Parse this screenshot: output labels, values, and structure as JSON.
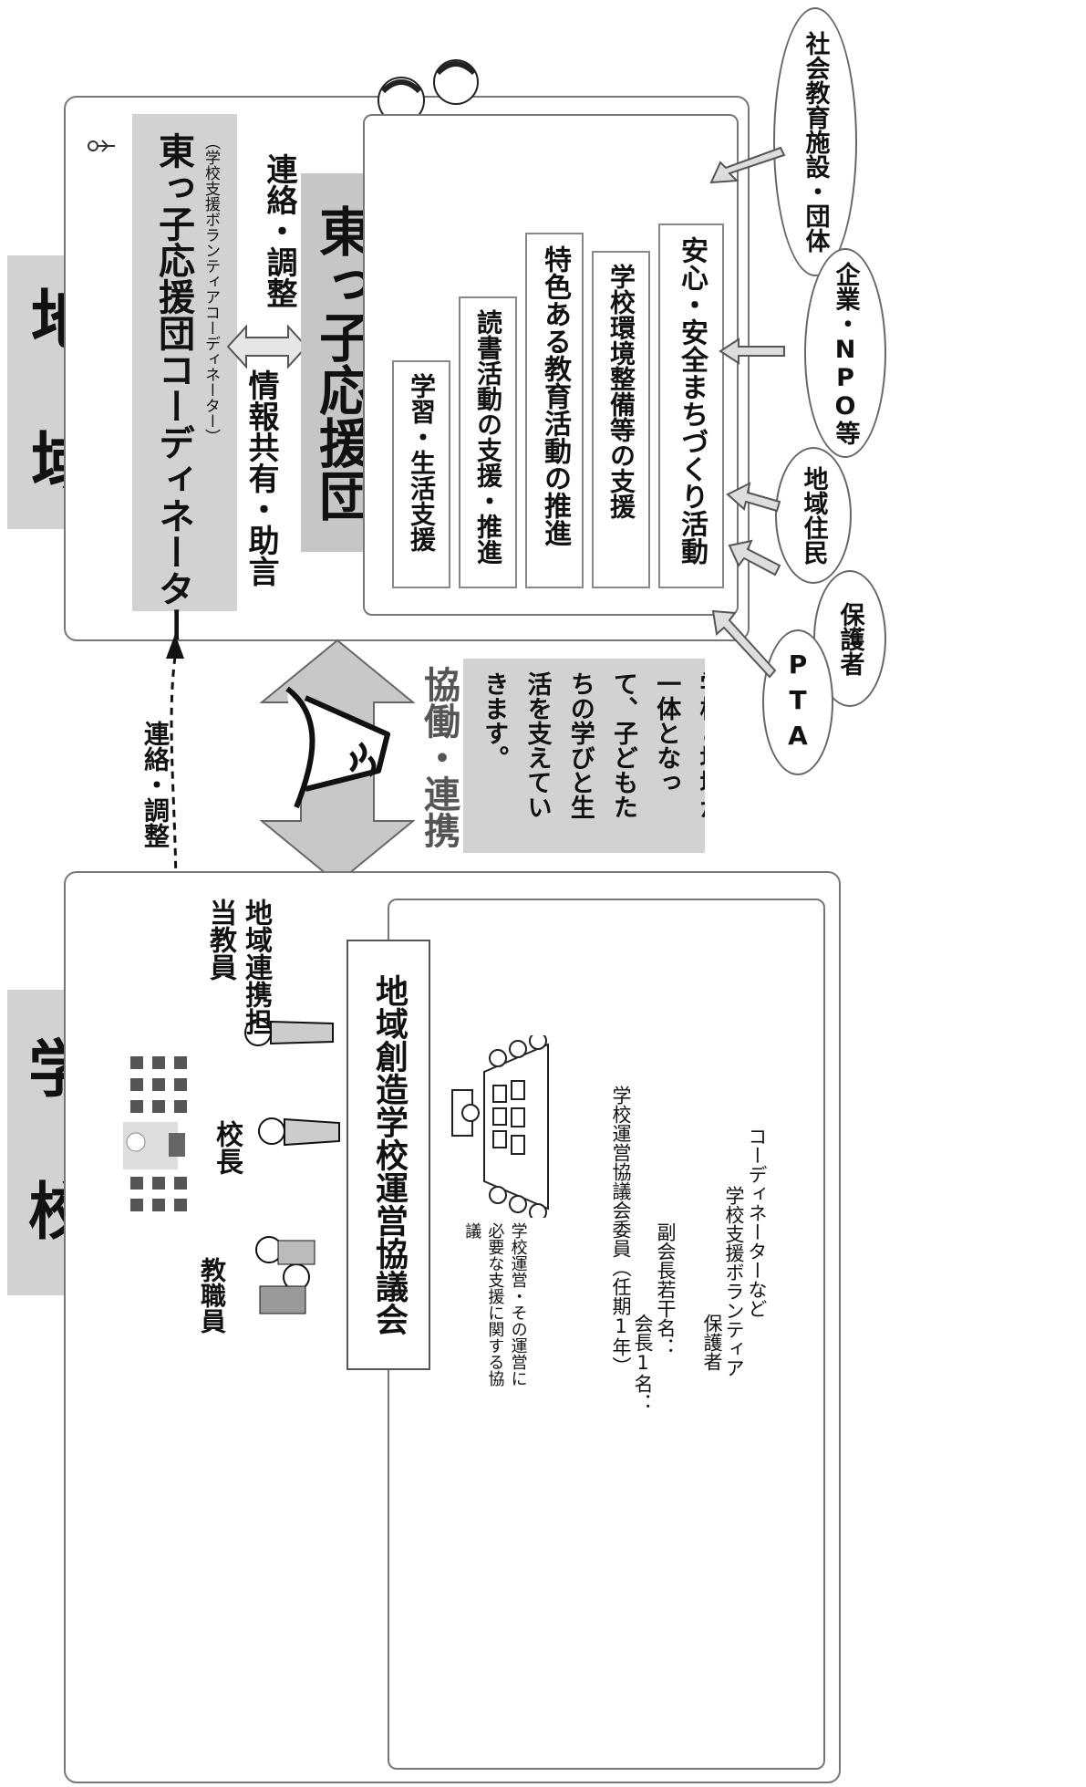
{
  "region": {
    "title": "地　域",
    "coordinator_title": "東っ子応援団コーディネーター",
    "coordinator_sub": "（学校支援ボランティアコーディネーター）",
    "exchange_left": "情報共有・助言",
    "exchange_right": "連絡・調整",
    "group_name": "東っ子応援団",
    "activities": [
      "学習・生活支援",
      "読書活動の支援・推進",
      "特色ある教育活動の推進",
      "学校環境整備等の支援",
      "安心・安全まちづくり活動"
    ],
    "partners": [
      "社会教育施設・団体",
      "企業・NPO等",
      "地域住民",
      "保護者",
      "PTA"
    ]
  },
  "middle": {
    "liaison": "連絡・調整",
    "cooperation": "協働・連携",
    "message": "学校と地域が一体となって、子どもたちの学びと生活を支えていきます。"
  },
  "school": {
    "title": "学　校",
    "staff_label": "教職員",
    "principal_label": "校長",
    "liaison_teacher_label": "地域連携担当教員",
    "council_title": "地域創造学校運営協議会",
    "council_desc": "学校運営・その運営に必要な支援に関する協議",
    "members_line1": "学校運営協議会委員（任期1年）",
    "members_line2": "会長1名：",
    "members_line3": "副会長若干名：",
    "members_line4": "保護者",
    "members_line5": "学校支援ボランティア",
    "members_line6": "コーディネーターなど"
  }
}
